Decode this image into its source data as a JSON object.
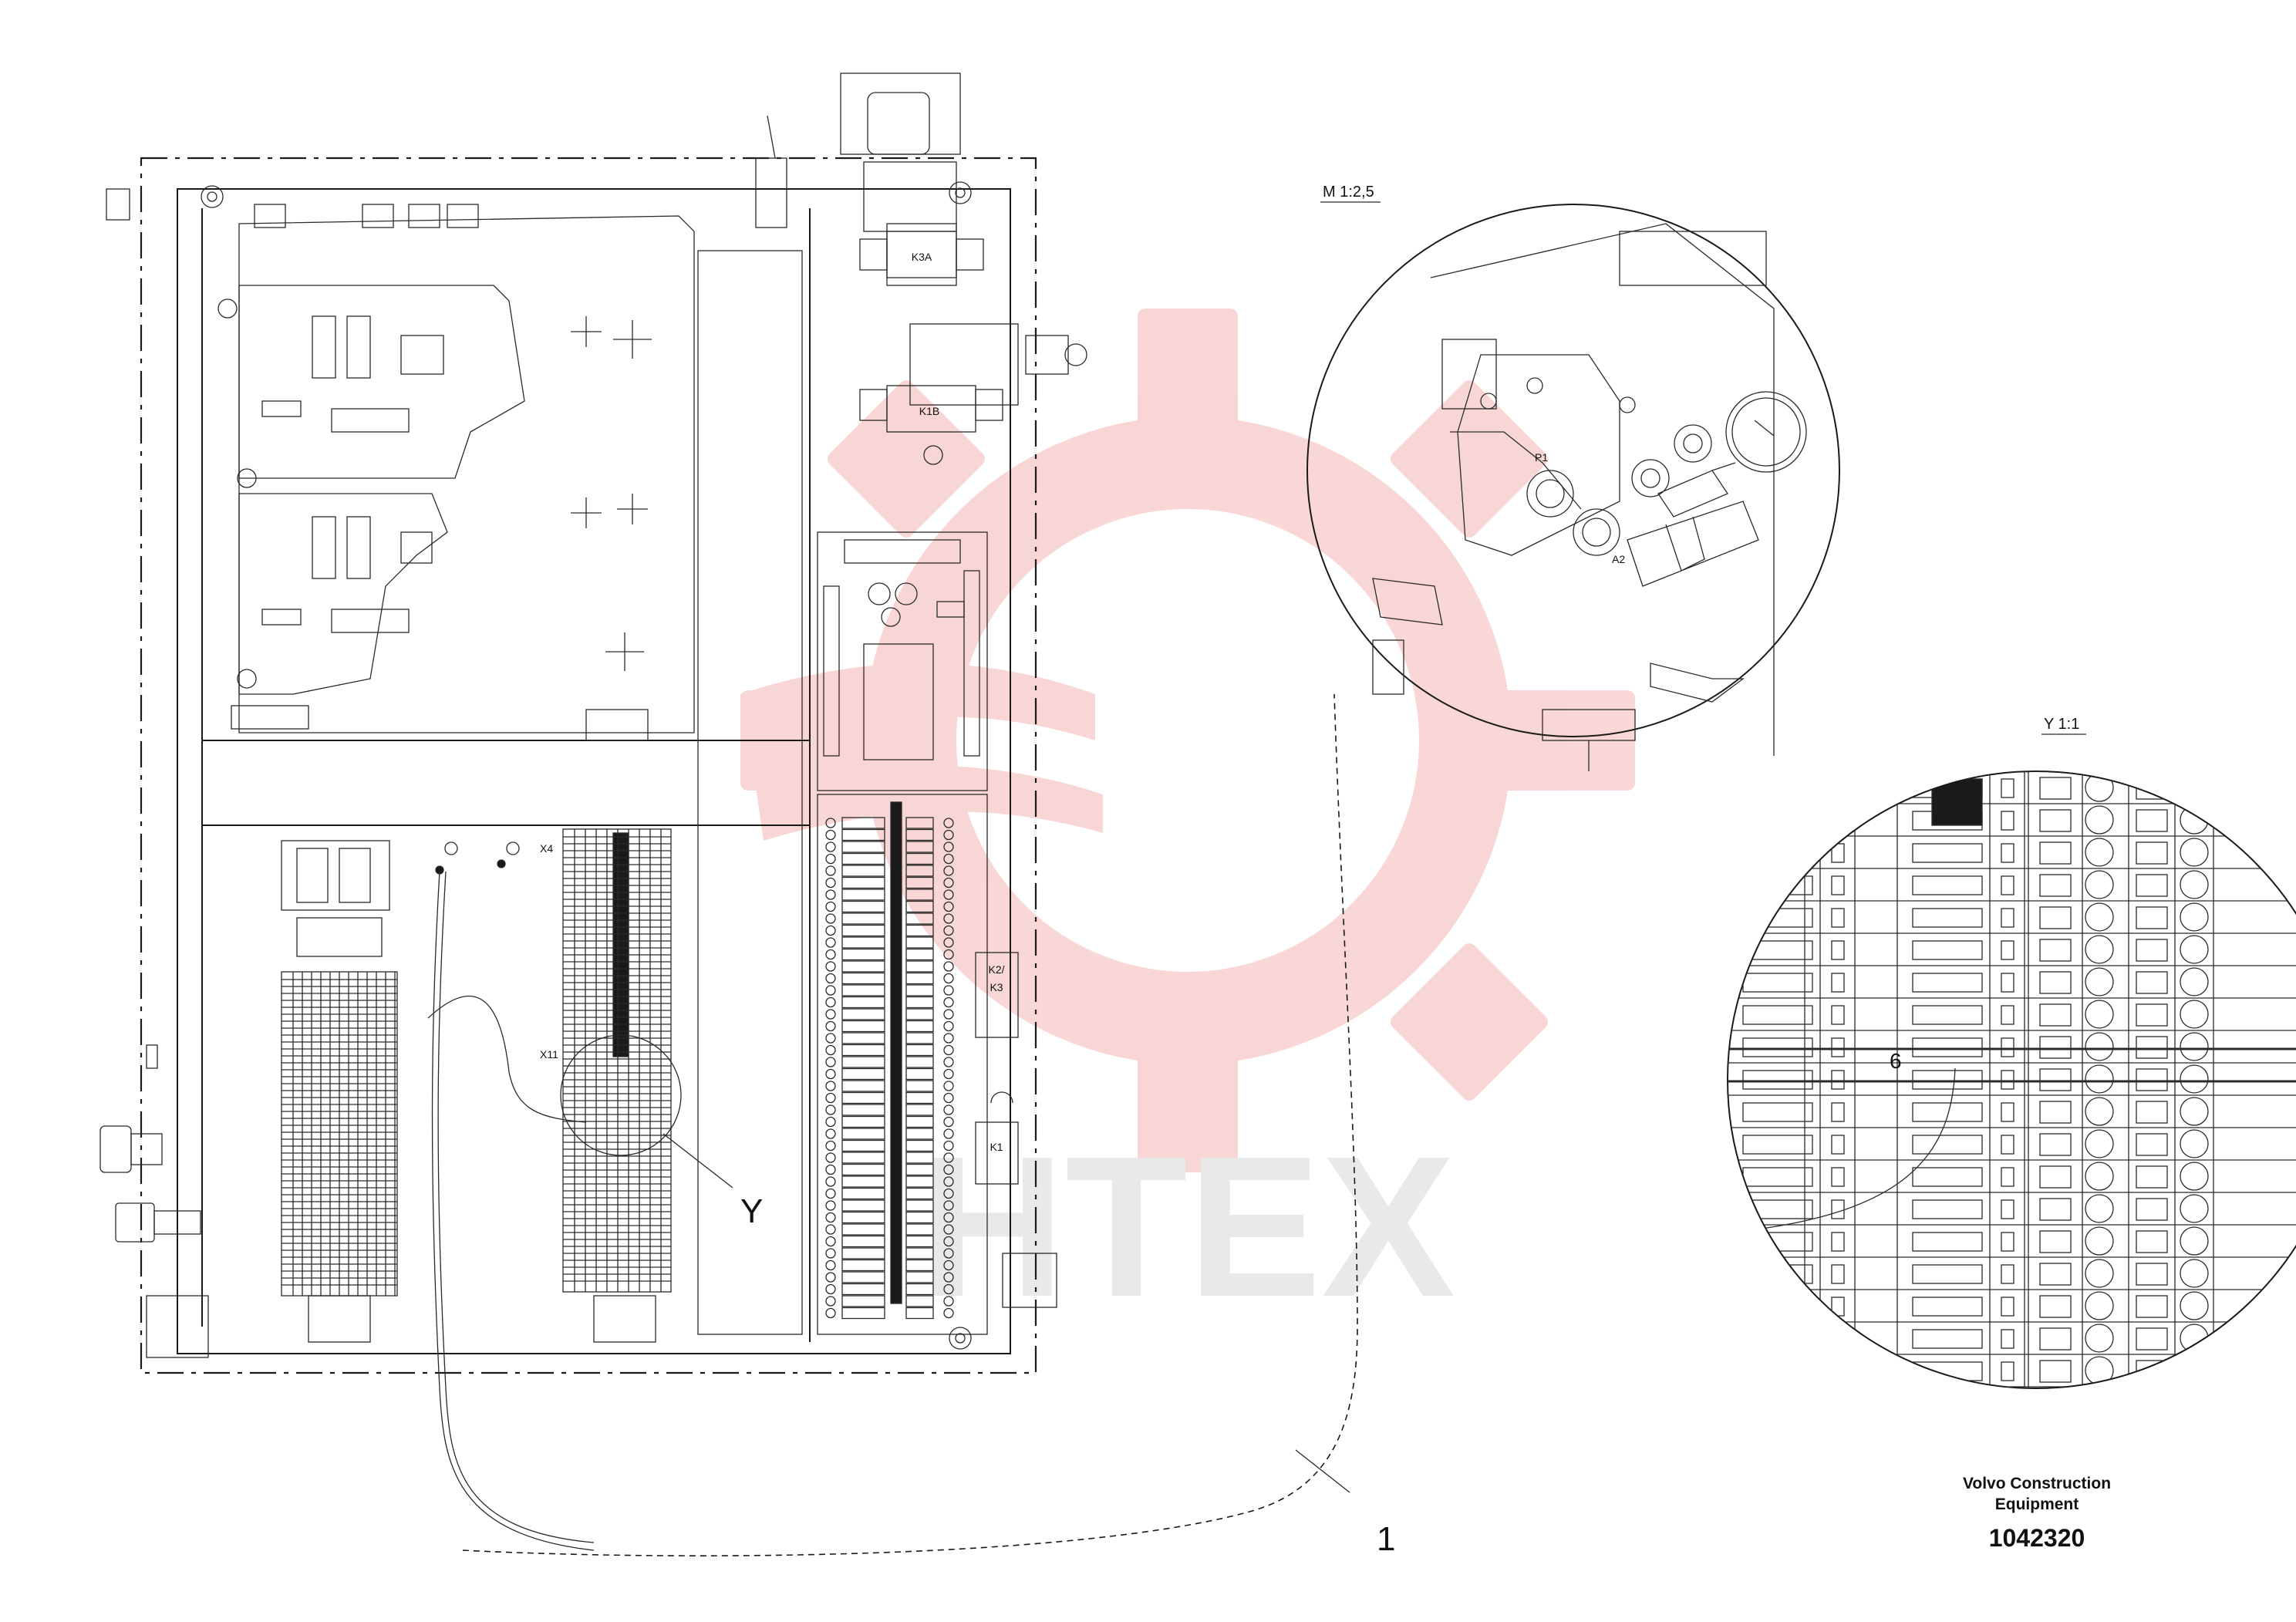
{
  "callouts": {
    "detail_y_marker": "Y",
    "item_1": "1",
    "terminal_x11": "X11",
    "terminal_x4": "X4",
    "relay_k3a": "K3A",
    "relay_k1b": "K1B",
    "relay_k2_k3": "K2/\nK3",
    "relay_k1": "K1",
    "port_p1": "P1",
    "port_a2": "A2",
    "detail_number_6": "6"
  },
  "detail_views": {
    "valve_scale": "M 1:2,5",
    "terminal_scale": "Y 1:1"
  },
  "title_block": {
    "company_line1": "Volvo Construction",
    "company_line2": "Equipment",
    "part_number": "1042320"
  },
  "watermark": {
    "text": "HTEX",
    "color": "#f4b6b6"
  },
  "colors": {
    "line": "#1a1a1a",
    "watermark": "#f4b6b6",
    "watermark_text": "#d8d8d8"
  }
}
